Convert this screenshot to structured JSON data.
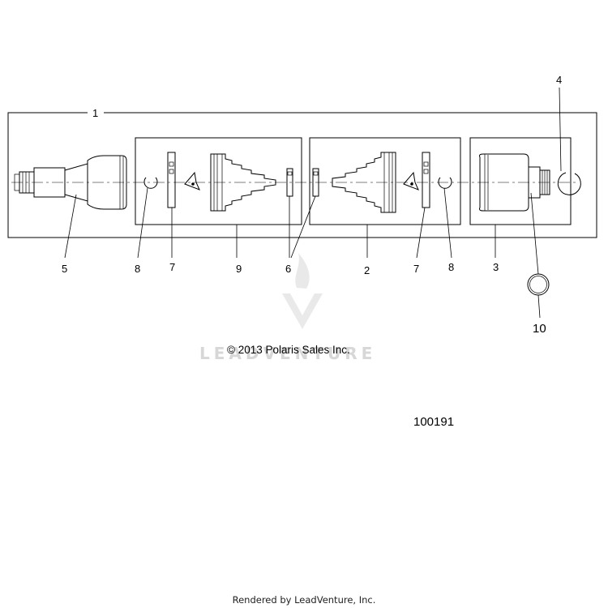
{
  "watermark": {
    "text": "LEADVENTURE"
  },
  "copyright": "© 2013 Polaris Sales Inc.",
  "reference_number": "100191",
  "footer": "Rendered by LeadVenture, Inc.",
  "callouts": {
    "c1": "1",
    "c2": "2",
    "c3": "3",
    "c4": "4",
    "c5": "5",
    "c6": "6",
    "c7a": "7",
    "c7b": "7",
    "c8a": "8",
    "c8b": "8",
    "c9": "9",
    "c10": "10"
  }
}
